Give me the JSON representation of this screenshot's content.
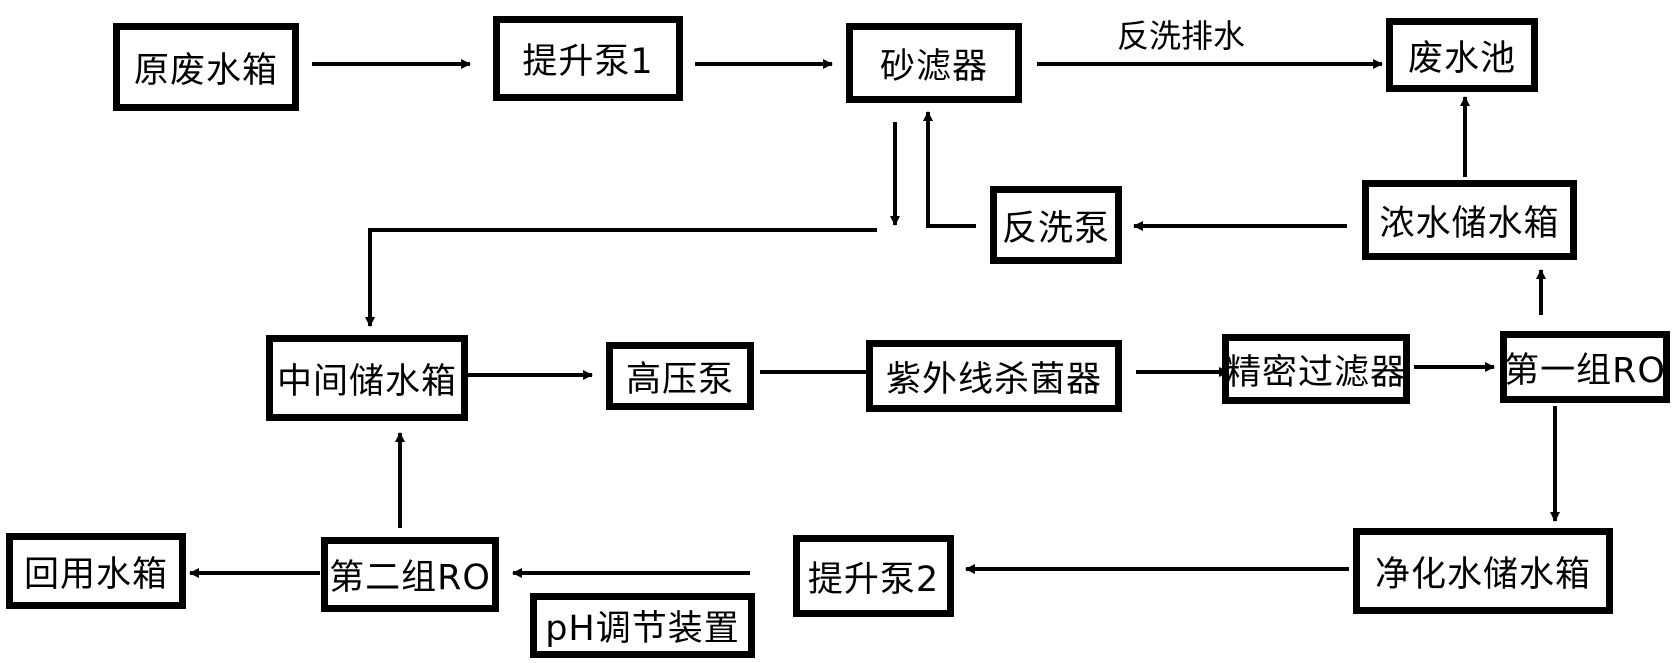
{
  "nodes": {
    "raw_tank": "原废水箱",
    "lift_pump_1": "提升泵1",
    "sand_filter": "砂滤器",
    "waste_pool": "废水池",
    "backwash_pump": "反洗泵",
    "concentrate_tank": "浓水储水箱",
    "intermediate_tank": "中间储水箱",
    "high_pressure_pump": "高压泵",
    "uv_sterilizer": "紫外线杀菌器",
    "precision_filter": "精密过滤器",
    "ro_group_1": "第一组RO",
    "purified_tank": "净化水储水箱",
    "lift_pump_2": "提升泵2",
    "ro_group_2": "第二组RO",
    "reuse_tank": "回用水箱",
    "ph_device": "pH调节装置"
  },
  "edge_labels": {
    "backwash_drain": "反洗排水"
  }
}
